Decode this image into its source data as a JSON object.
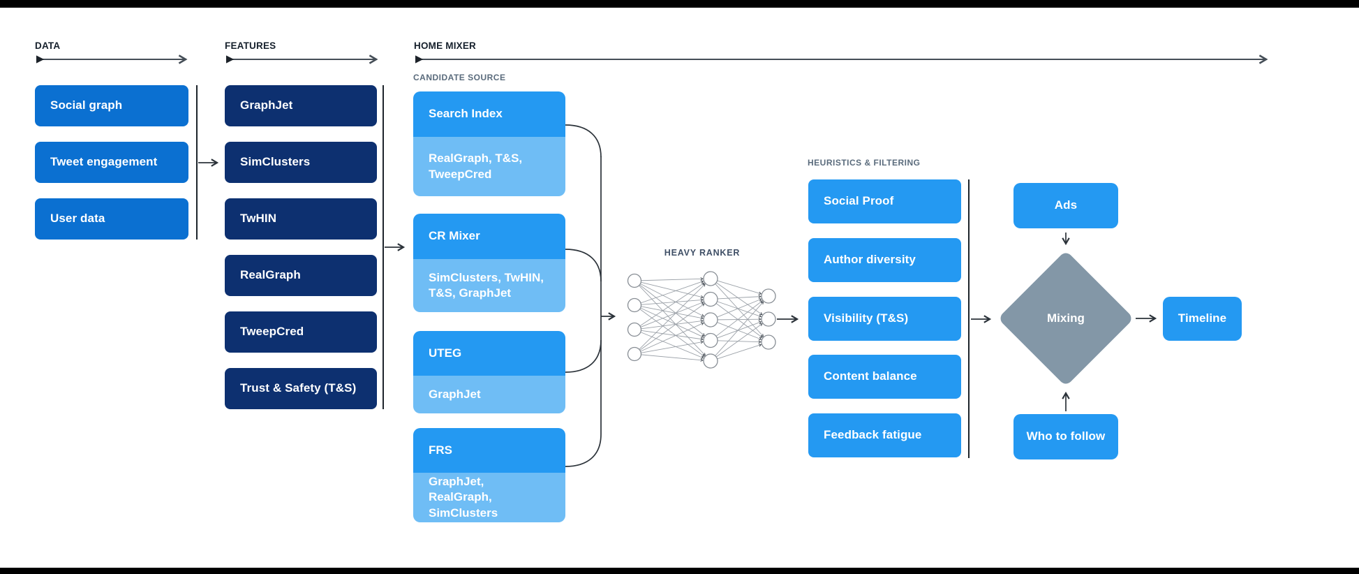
{
  "colors": {
    "data_card": "#0b70d1",
    "features_card": "#0d3070",
    "candidate_header": "#2499f2",
    "candidate_sub": "#6fbdf5",
    "filter_card": "#2499f2",
    "mix_card": "#2499f2",
    "diamond": "#8397a7",
    "wire": "#2b3239",
    "ruler": "#454e57",
    "label_muted": "#5a6b7c",
    "header_text": "#16202c",
    "card_text": "#ffffff"
  },
  "sections": {
    "data": {
      "header": "DATA",
      "cards": [
        "Social graph",
        "Tweet engagement",
        "User data"
      ]
    },
    "features": {
      "header": "FEATURES",
      "cards": [
        "GraphJet",
        "SimClusters",
        "TwHIN",
        "RealGraph",
        "TweepCred",
        "Trust & Safety (T&S)"
      ]
    },
    "home_mixer": {
      "header": "HOME MIXER",
      "candidate_source": {
        "label": "CANDIDATE SOURCE",
        "cards": [
          {
            "title": "Search Index",
            "sources": "RealGraph, T&S, TweepCred"
          },
          {
            "title": "CR Mixer",
            "sources": "SimClusters, TwHIN, T&S, GraphJet"
          },
          {
            "title": "UTEG",
            "sources": "GraphJet"
          },
          {
            "title": "FRS",
            "sources": "GraphJet, RealGraph, SimClusters"
          }
        ]
      },
      "heavy_ranker": {
        "label": "HEAVY RANKER"
      },
      "heuristics": {
        "label": "HEURISTICS & FILTERING",
        "cards": [
          "Social Proof",
          "Author diversity",
          "Visibility (T&S)",
          "Content balance",
          "Feedback fatigue"
        ]
      },
      "mixing": {
        "ads": "Ads",
        "diamond": "Mixing",
        "who_to_follow": "Who to follow",
        "timeline": "Timeline"
      }
    }
  }
}
